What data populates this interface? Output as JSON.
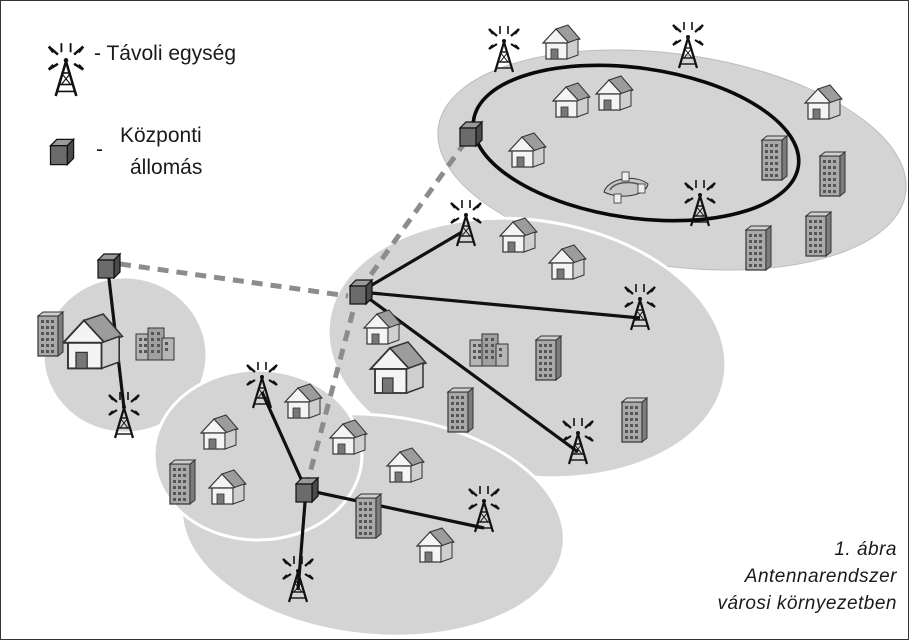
{
  "legend": {
    "antenna_dash": "-",
    "antenna_label": "Távoli egység",
    "station_dash": "-",
    "station_label_line1": "Központi",
    "station_label_line2": "állomás"
  },
  "caption": {
    "line1": "1. ábra",
    "line2": "Antennarendszer",
    "line3": "városi környezetben"
  },
  "icons": {
    "antenna": "radio-tower-icon",
    "station": "central-station-cube-icon",
    "house": "house-icon",
    "building": "office-building-icon"
  },
  "colors": {
    "cell": "#d4d4d4",
    "cell_edge": "#b8b8b8",
    "link_solid": "#111111",
    "link_dashed": "#8c8c8c",
    "station_fill": "#6b6b6b",
    "house": "#f2f2f2",
    "building": "#a9a9a9"
  }
}
